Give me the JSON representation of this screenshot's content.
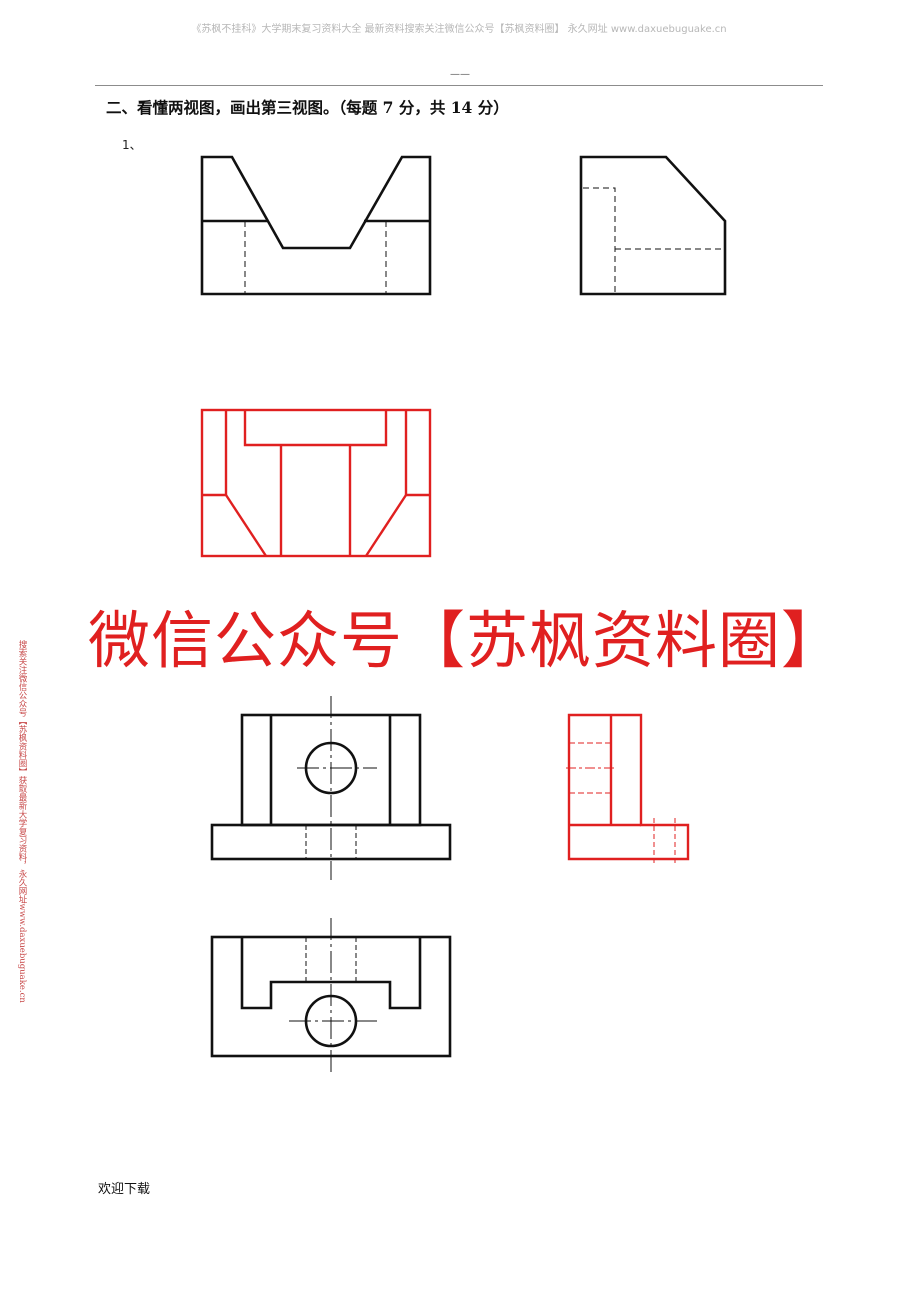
{
  "header": {
    "top_text": "《苏枫不挂科》大学期末复习资料大全   最新资料搜索关注微信公众号【苏枫资料圈】 永久网址 www.daxuebuguake.cn",
    "mark": "——"
  },
  "section": {
    "heading": "二、看懂两视图，画出第三视图。（每题 7 分，共 14 分）",
    "question_number": "1、"
  },
  "watermark": {
    "banner": "微信公众号【苏枫资料圈】",
    "side_text": "搜索关注微信公众号【苏枫资料圈】获取最新大学复习资料，永久网址www.daxuebuguake.cn"
  },
  "footer": {
    "text": "欢迎下载"
  },
  "colors": {
    "drawing_black": "#111111",
    "answer_red": "#e02020",
    "header_gray": "#b7b7b7"
  }
}
